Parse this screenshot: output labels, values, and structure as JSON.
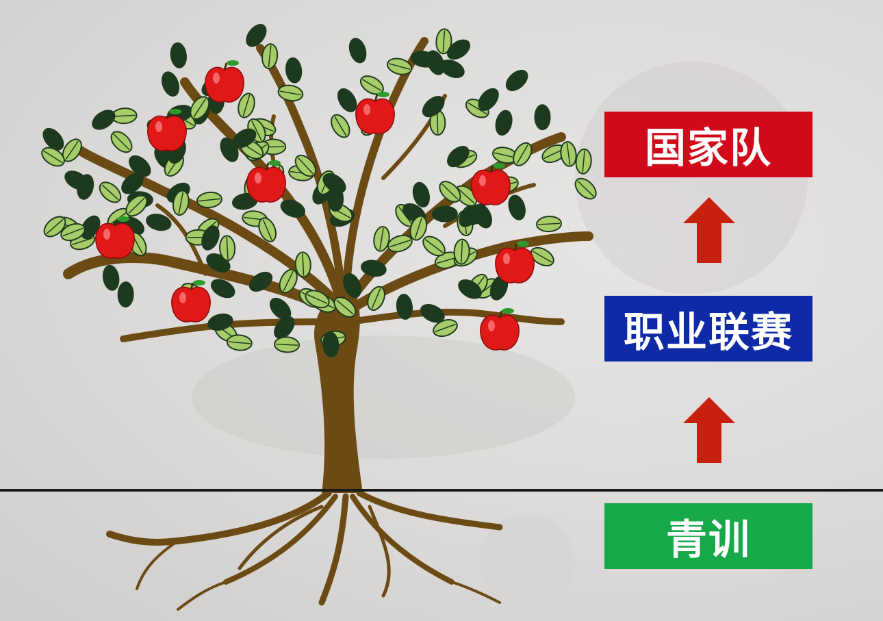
{
  "stages": [
    {
      "label": "国家队",
      "color": "#d00a1a"
    },
    {
      "label": "职业联赛",
      "color": "#0e2aa6"
    },
    {
      "label": "青训",
      "color": "#17a84a"
    }
  ],
  "colors": {
    "arrow": "#c8200e",
    "trunk": "#6b4a14",
    "leaf_dark": "#1e3a1e",
    "leaf_light": "#a8cc6a",
    "apple": "#e01818",
    "ground_line": "#1a1a1a"
  },
  "icons": [
    "tree-icon",
    "apple-icon",
    "up-arrow-icon"
  ]
}
